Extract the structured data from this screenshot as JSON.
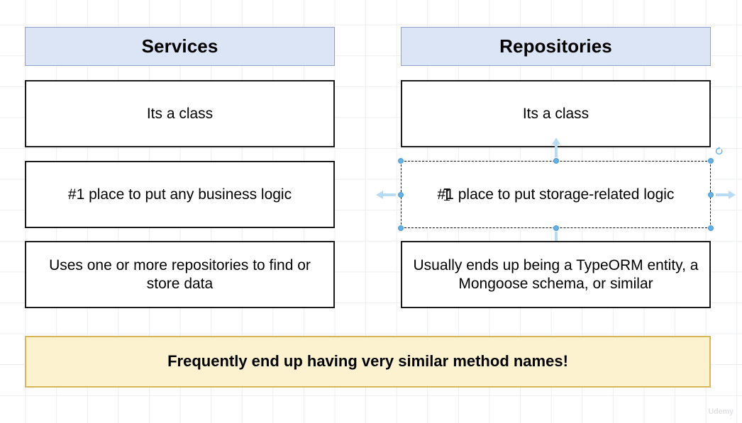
{
  "canvas": {
    "grid": "on",
    "grid_color": "#eceef0",
    "background_color": "#ffffff",
    "watermark": "Udemy"
  },
  "colors": {
    "header_fill": "#dce5f5",
    "header_border": "#8ca2cd",
    "box_fill": "#ffffff",
    "box_border": "#1a1a1a",
    "note_fill": "#fdf2d0",
    "note_border": "#d6b656",
    "selection_handle": "#63b0e8",
    "selection_arrow": "#b8dcf5",
    "text_color": "#000000"
  },
  "columns": [
    {
      "id": "services",
      "header": "Services",
      "cells": [
        {
          "id": "services-class",
          "text": "Its a class"
        },
        {
          "id": "services-business-logic",
          "text": "#1 place to put any business logic"
        },
        {
          "id": "services-uses-repositories",
          "text": "Uses one or more repositories to find or store data"
        }
      ]
    },
    {
      "id": "repositories",
      "header": "Repositories",
      "cells": [
        {
          "id": "repositories-class",
          "text": "Its a class"
        },
        {
          "id": "repositories-storage-logic",
          "text": "#1 place to put storage-related logic",
          "selected": true
        },
        {
          "id": "repositories-typeorm",
          "text": "Usually ends up being a TypeORM entity, a Mongoose schema, or similar"
        }
      ]
    }
  ],
  "note": {
    "id": "similar-method-names-note",
    "text": "Frequently end up having very similar method names!"
  },
  "selection": {
    "target": "repositories-storage-logic",
    "handles": [
      "nw",
      "n",
      "ne",
      "w",
      "e",
      "sw",
      "s",
      "se"
    ],
    "arrows": [
      "left",
      "right",
      "up",
      "down"
    ],
    "rotate_icon": "rotate-icon",
    "text_cursor_visible": true
  }
}
